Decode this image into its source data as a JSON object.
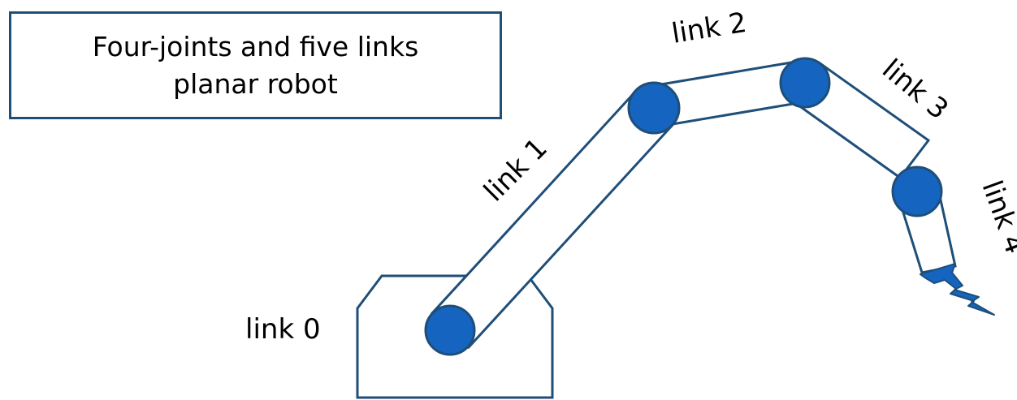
{
  "title": {
    "line1": "Four-joints and five links",
    "line2": "planar robot"
  },
  "links": {
    "link0": "link 0",
    "link1": "link 1",
    "link2": "link 2",
    "link3": "link 3",
    "link4": "link 4"
  },
  "colors": {
    "outline": "#1f4e79",
    "joint_fill": "#1565c0",
    "joint_stroke": "#1f4e79",
    "link_fill": "#ffffff"
  }
}
